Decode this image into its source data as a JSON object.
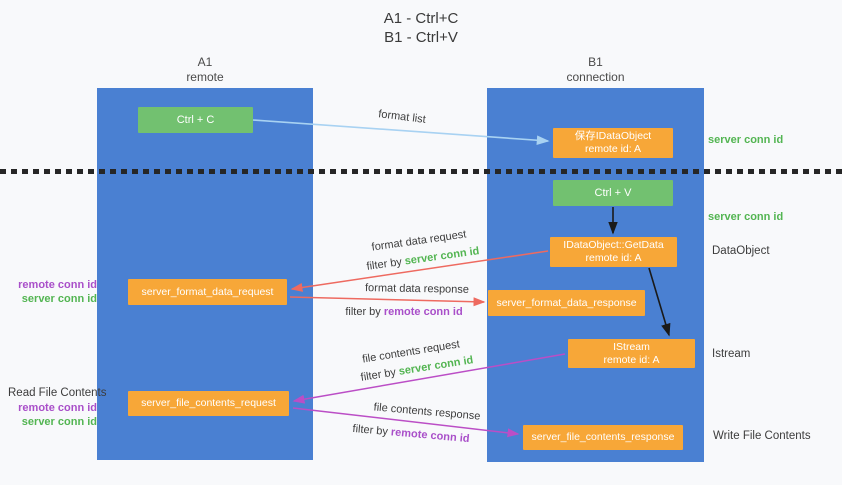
{
  "title": {
    "line1": "A1 - Ctrl+C",
    "line2": "B1 - Ctrl+V"
  },
  "lanes": {
    "left": {
      "name": "A1",
      "role": "remote"
    },
    "right": {
      "name": "B1",
      "role": "connection"
    }
  },
  "nodes": {
    "ctrl_c": {
      "label": "Ctrl + C"
    },
    "save_idataobject": {
      "line1": "保存IDataObject",
      "line2": "remote id: A"
    },
    "ctrl_v": {
      "label": "Ctrl + V"
    },
    "idataobject_getdata": {
      "line1": "IDataObject::GetData",
      "line2": "remote id: A"
    },
    "istream": {
      "line1": "IStream",
      "line2": "remote id: A"
    },
    "server_format_data_request": {
      "label": "server_format_data_request"
    },
    "server_format_data_response": {
      "label": "server_format_data_response"
    },
    "server_file_contents_request": {
      "label": "server_file_contents_request"
    },
    "server_file_contents_response": {
      "label": "server_file_contents_response"
    }
  },
  "side_labels": {
    "server_conn_id_top": "server conn id",
    "server_conn_id_mid": "server conn id",
    "dataobject": "DataObject",
    "istream": "Istream",
    "read_file_contents": "Read File Contents",
    "write_file_contents": "Write File Contents",
    "format_pair": {
      "remote_conn_id": "remote conn id",
      "server_conn_id": "server conn id"
    },
    "file_pair": {
      "remote_conn_id": "remote conn id",
      "server_conn_id": "server conn id"
    }
  },
  "arrow_labels": {
    "format_list": "format list",
    "format_data_request": "format data request",
    "format_data_request_filter": {
      "prefix": "filter by ",
      "key": "server conn id"
    },
    "format_data_response": "format data response",
    "format_data_response_filter": {
      "prefix": "filter by ",
      "key": "remote conn id"
    },
    "file_contents_request": "file contents request",
    "file_contents_request_filter": {
      "prefix": "filter by ",
      "key": "server conn id"
    },
    "file_contents_response": "file contents response",
    "file_contents_response_filter": {
      "prefix": "filter by ",
      "key": "remote conn id"
    }
  },
  "colors": {
    "lane_blue": "#4a80d2",
    "node_orange": "#f7a738",
    "node_green": "#72c170",
    "accent_green": "#53b552",
    "accent_purple": "#a94fc9",
    "arrow_red": "#ee6a60",
    "arrow_purple": "#bb4ec6",
    "arrow_blue": "#a8d2f2",
    "arrow_black": "#1a1a1a"
  }
}
